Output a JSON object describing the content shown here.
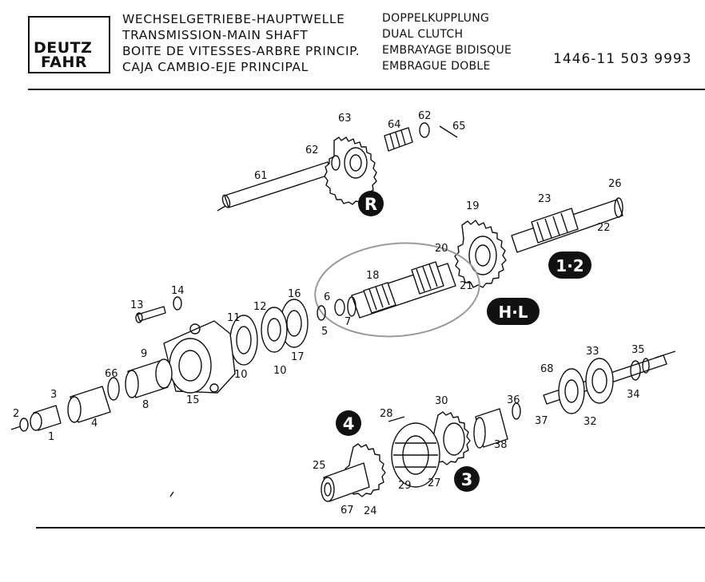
{
  "header": {
    "logo": {
      "line1": "DEUTZ",
      "line2": "FAHR"
    },
    "titles_de_en_fr_es": [
      "WECHSELGETRIEBE-HAUPTWELLE",
      "TRANSMISSION-MAIN SHAFT",
      "BOITE DE VITESSES-ARBRE PRINCIP.",
      "CAJA CAMBIO-EJE PRINCIPAL"
    ],
    "subtitles": [
      "DOPPELKUPPLUNG",
      "DUAL CLUTCH",
      "EMBRAYAGE BIDISQUE",
      "EMBRAGUE DOBLE"
    ],
    "part_number": "1446-11 503 9993"
  },
  "callouts": [
    "1",
    "2",
    "3",
    "4",
    "5",
    "6",
    "7",
    "8",
    "9",
    "10",
    "10",
    "11",
    "12",
    "13",
    "14",
    "15",
    "16",
    "17",
    "18",
    "19",
    "20",
    "21",
    "22",
    "23",
    "24",
    "25",
    "26",
    "27",
    "28",
    "29",
    "30",
    "32",
    "33",
    "34",
    "35",
    "36",
    "37",
    "38",
    "61",
    "62",
    "62",
    "63",
    "64",
    "65",
    "66",
    "67",
    "68"
  ],
  "badges": [
    "R",
    "1·2",
    "H·L",
    "4",
    "3"
  ],
  "colors": {
    "ink": "#111111",
    "highlight_outline": "#9a9a9a",
    "paper": "#ffffff"
  }
}
